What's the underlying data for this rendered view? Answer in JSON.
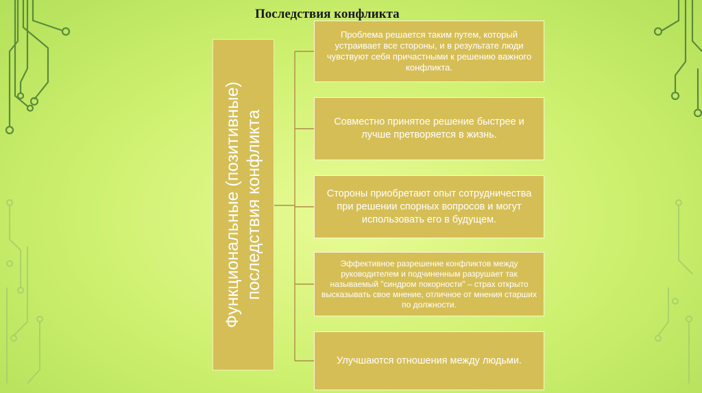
{
  "title": "Последствия конфликта",
  "left_box": {
    "line1": "Функциональные (позитивные)",
    "line2": "последствия конфликта"
  },
  "boxes": [
    "Проблема решается таким путем, который устраивает все стороны, и в результате люди чувствуют себя причастными к решению важного конфликта.",
    "Совместно принятое решение быстрее и лучше претворяется в жизнь.",
    "Стороны приобретают опыт сотрудничества при решении спорных вопросов и могут использовать его в будущем.",
    "Эффективное разрешение конфликтов между руководителем и подчиненным разрушает так называемый \"синдром покорности\" – страх открыто высказывать свое мнение, отличное от мнения старших по должности.",
    "Улучшаются отношения между людьми."
  ],
  "colors": {
    "box_fill": "#d6be57",
    "connector": "#b08a4a",
    "circuit": "#5e8a3a"
  }
}
